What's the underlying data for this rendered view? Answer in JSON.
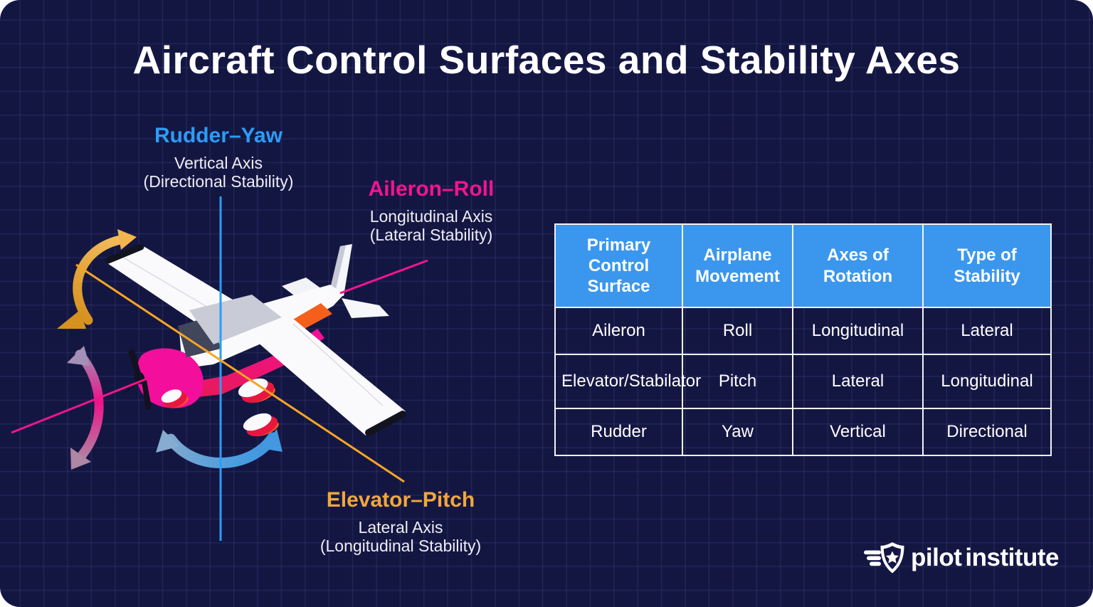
{
  "title": "Aircraft Control Surfaces and Stability Axes",
  "diagram": {
    "rudder": {
      "heading": "Rudder–Yaw",
      "axis": "Vertical Axis",
      "stability": "(Directional Stability)"
    },
    "aileron": {
      "heading": "Aileron–Roll",
      "axis": "Longitudinal Axis",
      "stability": "(Lateral Stability)"
    },
    "elevator": {
      "heading": "Elevator–Pitch",
      "axis": "Lateral Axis",
      "stability": "(Longitudinal Stability)"
    }
  },
  "table": {
    "headers": [
      "Primary Control Surface",
      "Airplane Movement",
      "Axes of Rotation",
      "Type of Stability"
    ],
    "rows": [
      [
        "Aileron",
        "Roll",
        "Longitudinal",
        "Lateral"
      ],
      [
        "Elevator/Stabilator",
        "Pitch",
        "Lateral",
        "Longitudinal"
      ],
      [
        "Rudder",
        "Yaw",
        "Vertical",
        "Directional"
      ]
    ]
  },
  "logo": {
    "brand_first": "pilot",
    "brand_second": "institute"
  },
  "colors": {
    "background": "#141642",
    "table_header_blue": "#3B97ED",
    "yaw_blue": "#2D9CF5",
    "roll_pink": "#F2148E",
    "pitch_orange": "#F0A73C",
    "axis_line_orange": "#F5A623",
    "text_white": "#FFFFFF"
  }
}
